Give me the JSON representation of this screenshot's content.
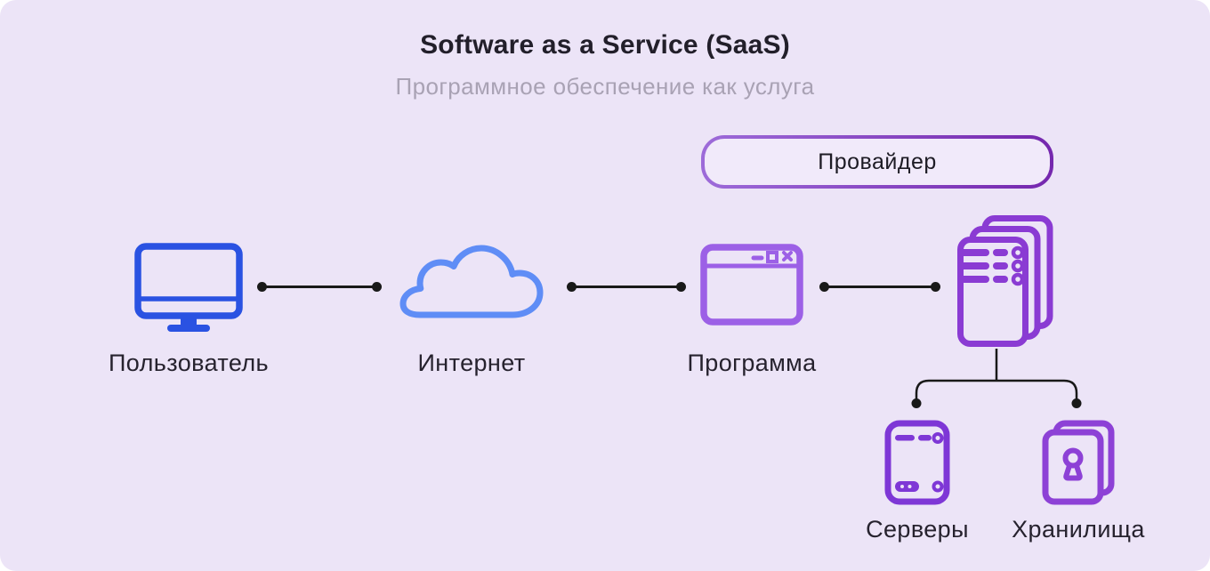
{
  "header": {
    "title": "Software as a Service (SaaS)",
    "subtitle": "Программное обеспечение как услуга"
  },
  "provider": {
    "label": "Провайдер"
  },
  "nodes": {
    "user": {
      "label": "Пользователь",
      "icon": "desktop-monitor-icon",
      "color": "#2a52e2"
    },
    "internet": {
      "label": "Интернет",
      "icon": "cloud-icon",
      "color": "#5f8df6"
    },
    "program": {
      "label": "Программа",
      "icon": "browser-window-icon",
      "color": "#9c60e6"
    },
    "provider_infrastructure": {
      "icon": "server-stack-icon",
      "color": "#8a3bd3"
    },
    "servers": {
      "label": "Серверы",
      "icon": "server-unit-icon",
      "color": "#7e37d6"
    },
    "storage": {
      "label": "Хранилища",
      "icon": "secure-storage-icon",
      "color": "#8d41d6"
    }
  },
  "connections": [
    "user—internet",
    "internet—program",
    "program—provider-infrastructure",
    "provider-infrastructure—servers",
    "provider-infrastructure—storage"
  ],
  "colors": {
    "background": "#ece4f7",
    "title_text": "#221f2a",
    "subtitle_text": "#a9a2b4",
    "label_text": "#26222e",
    "provider_border_start": "#9d6bd9",
    "provider_border_end": "#7527ae",
    "provider_fill": "#f1eafa",
    "connector": "#191919"
  }
}
